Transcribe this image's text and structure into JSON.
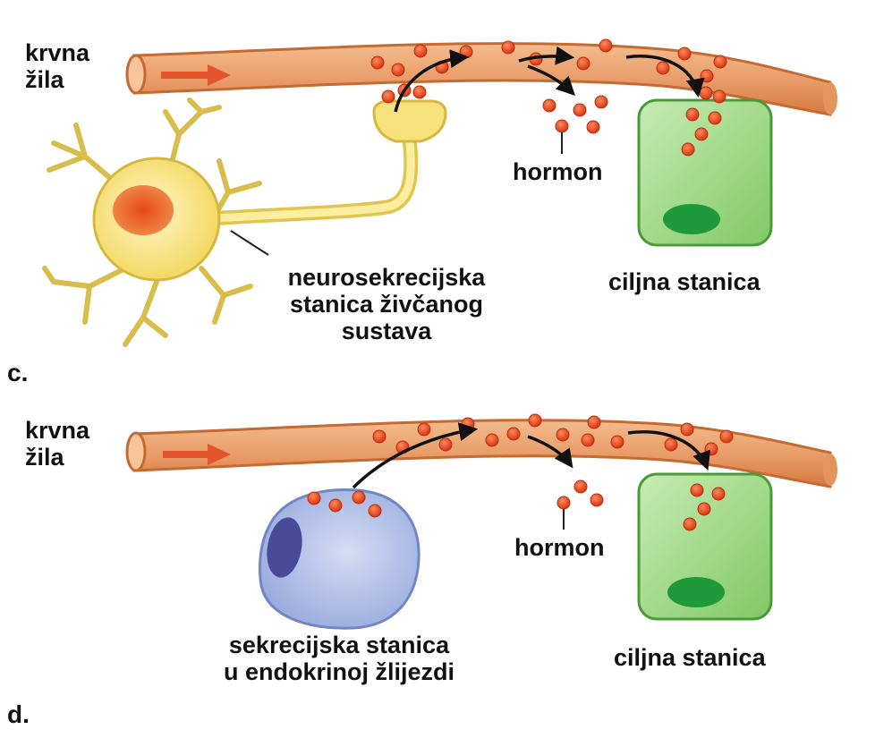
{
  "panels": [
    {
      "letter": "c.",
      "vessel_label": [
        "krvna",
        "žila"
      ],
      "hormone_label": "hormon",
      "source_cell_label": [
        "neurosekrecijska",
        "stanica živčanog",
        "sustava"
      ],
      "target_cell_label": "ciljna stanica"
    },
    {
      "letter": "d.",
      "vessel_label": [
        "krvna",
        "žila"
      ],
      "hormone_label": "hormon",
      "source_cell_label": [
        "sekrecijska stanica",
        "u endokrinoj žlijezdi"
      ],
      "target_cell_label": "ciljna stanica"
    }
  ],
  "colors": {
    "vessel": "#e9a070",
    "vessel_edge": "#c8703a",
    "flow_arrow": "#e4542a",
    "hormone": "#e0401c",
    "neuron": "#f7e27c",
    "neuron_edge": "#d6b740",
    "neuron_nucleus": "#e0622e",
    "gland_cell": "#aebde6",
    "gland_nucleus": "#4a4a9a",
    "target_cell": "#8fd07a",
    "target_nucleus": "#1f9a3a"
  }
}
